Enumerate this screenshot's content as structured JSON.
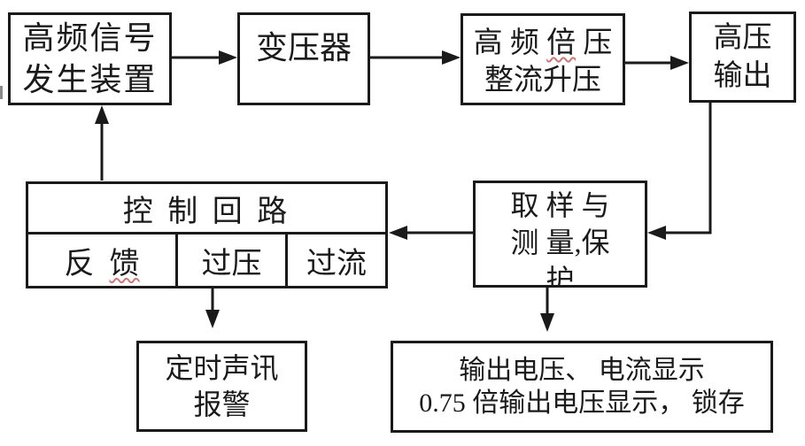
{
  "boxes": {
    "hf_signal": {
      "lines": [
        "高频信号",
        "发生装置"
      ]
    },
    "transformer": {
      "label": "变压器"
    },
    "doubler": {
      "line1_before": "高 频 ",
      "line1_flagged": "倍",
      "line1_after": " 压",
      "line2": "整流升压"
    },
    "hv_output": {
      "lines": [
        "高压",
        "输出"
      ]
    },
    "control": {
      "title": "控 制 回 路",
      "feedback_before": "反  ",
      "feedback_flagged": "馈",
      "overvoltage": "过压",
      "overcurrent": "过流"
    },
    "sampling": {
      "lines": [
        "取 样 与",
        "测 量,保",
        "护"
      ]
    },
    "alarm": {
      "lines": [
        "定时声讯",
        "报警"
      ]
    },
    "display": {
      "lines": [
        "输出电压、 电流显示",
        "0.75 倍输出电压显示， 锁存"
      ]
    }
  },
  "colors": {
    "line": "#1a1a1a",
    "squiggle": "#cc7777",
    "background": "#ffffff"
  }
}
